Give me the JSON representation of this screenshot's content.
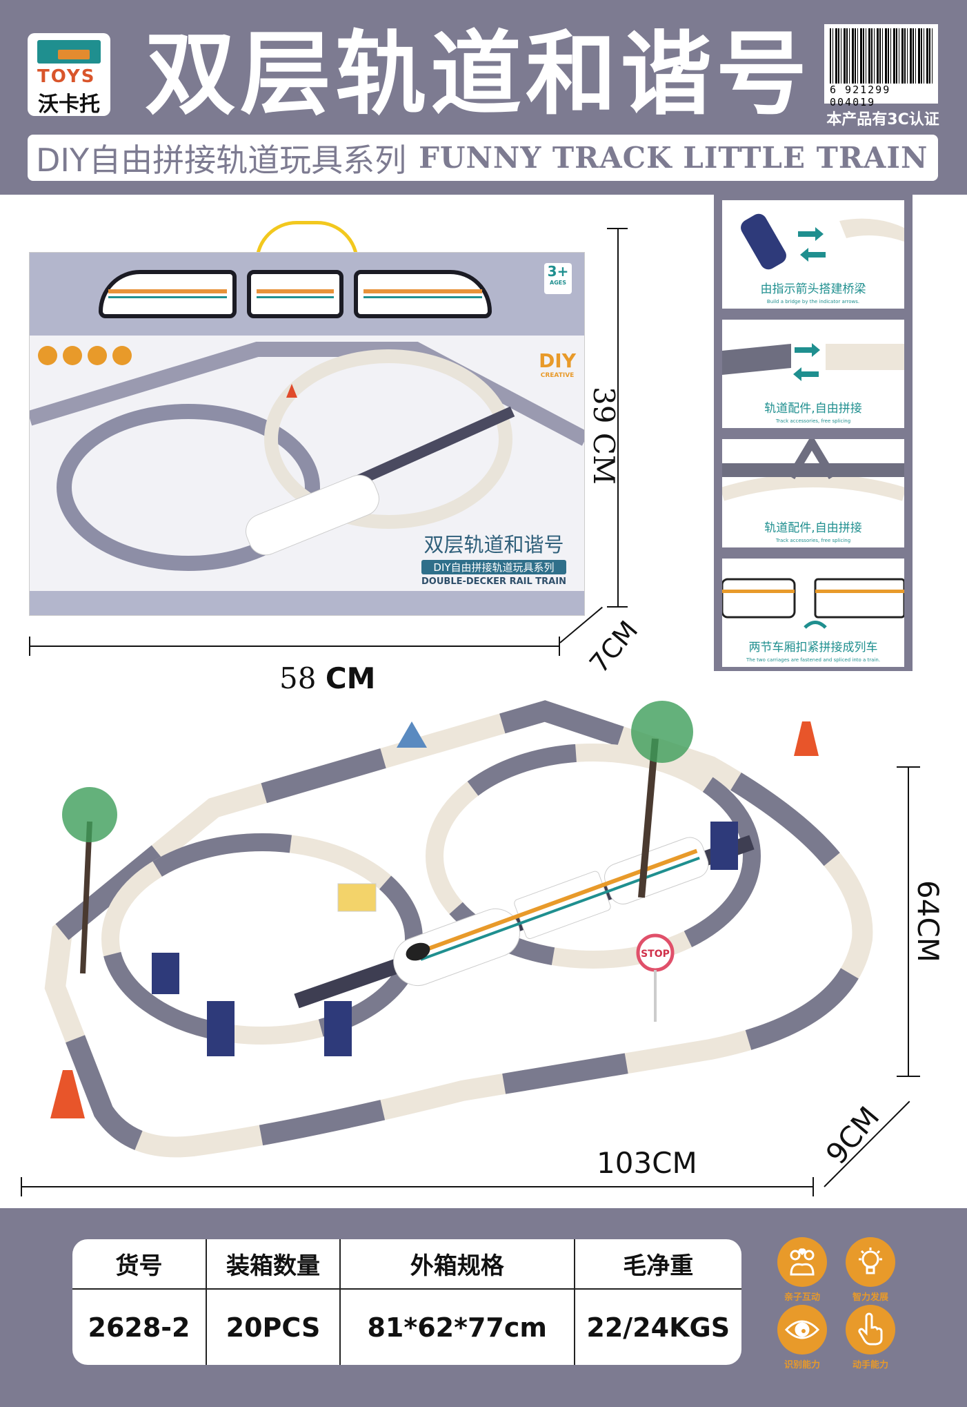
{
  "brand": {
    "logo_en": "TOYS",
    "logo_cn": "沃卡托"
  },
  "header": {
    "title": "双层轨道和谐号",
    "subtitle_cn": "DIY自由拼接轨道玩具系列",
    "subtitle_en": "FUNNY TRACK LITTLE TRAIN",
    "barcode": "6 921299 004019",
    "certification": "本产品有3C认证"
  },
  "box": {
    "age_badge": "3+",
    "age_label": "AGES",
    "diy": "DIY",
    "diy_sub": "CREATIVE",
    "title": "双层轨道和谐号",
    "subtitle": "DIY自由拼接轨道玩具系列",
    "en_title": "DOUBLE-DECKER RAIL TRAIN",
    "dims": {
      "height": "39 CM",
      "width_num": "58",
      "width_unit": "CM",
      "depth": "7CM"
    }
  },
  "features": [
    {
      "cn": "由指示箭头搭建桥梁",
      "en": "Build a bridge by the indicator arrows."
    },
    {
      "cn": "轨道配件,自由拼接",
      "en": "Track accessories, free splicing"
    },
    {
      "cn": "轨道配件,自由拼接",
      "en": "Track accessories, free splicing"
    },
    {
      "cn": "两节车厢扣紧拼接成列车",
      "en": "The two carriages are fastened and spliced into a train."
    }
  ],
  "assembled": {
    "height": "64CM",
    "depth": "9CM",
    "width": "103CM",
    "stop_sign": "STOP"
  },
  "spec_table": {
    "headers": [
      "货号",
      "装箱数量",
      "外箱规格",
      "毛净重"
    ],
    "values": [
      "2628-2",
      "20PCS",
      "81*62*77cm",
      "22/24KGS"
    ]
  },
  "abilities": [
    {
      "label": "亲子互动",
      "icon": "family-heart-icon"
    },
    {
      "label": "智力发展",
      "icon": "lightbulb-icon"
    },
    {
      "label": "识别能力",
      "icon": "eye-icon"
    },
    {
      "label": "动手能力",
      "icon": "hand-pointer-icon"
    }
  ],
  "colors": {
    "header_bg": "#7d7b91",
    "accent_teal": "#1f8f8f",
    "accent_orange": "#e89a2a"
  }
}
